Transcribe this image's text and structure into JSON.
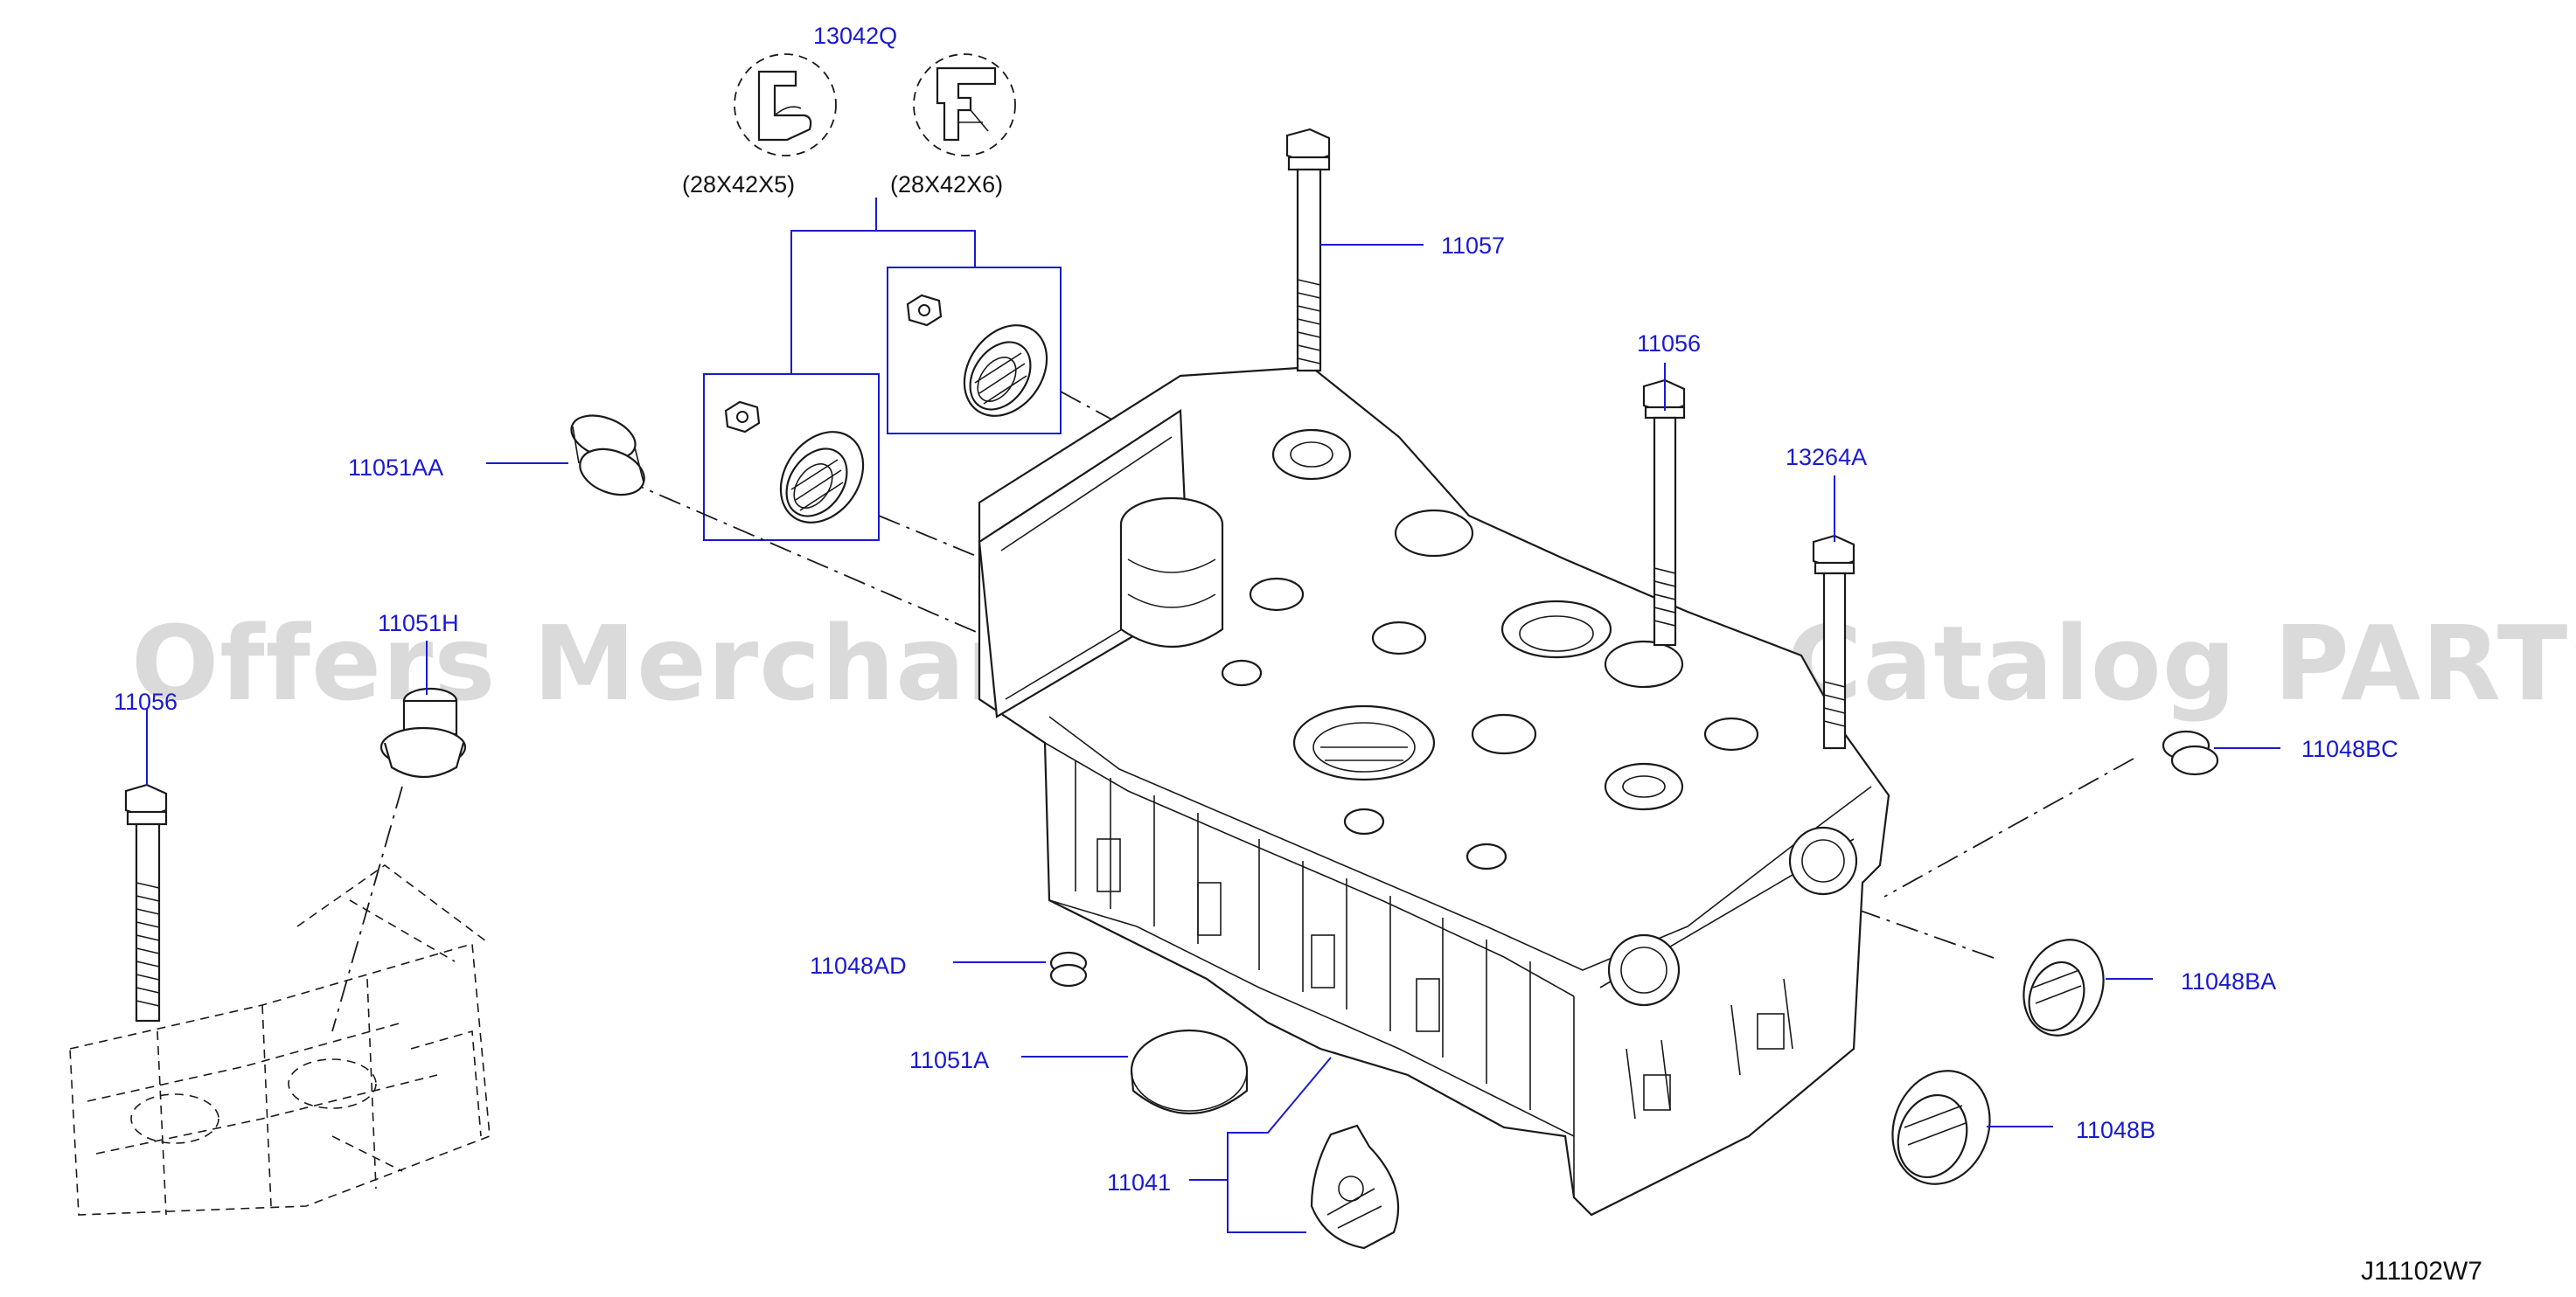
{
  "watermark": "Offers Merchant Auto Parts Catalog PARTSTORE.SA",
  "diagram_id": "J11102W7",
  "callouts": {
    "c13042Q": "13042Q",
    "seal_a_size": "(28X42X5)",
    "seal_b_size": "(28X42X6)",
    "c11057": "11057",
    "c11056": "11056",
    "c13264A": "13264A",
    "c11051AA": "11051AA",
    "c11051H": "11051H",
    "c11056_left": "11056",
    "c11048BC": "11048BC",
    "c11048AD": "11048AD",
    "c11048BA": "11048BA",
    "c11051A": "11051A",
    "c11048B": "11048B",
    "c11041": "11041"
  },
  "colors": {
    "callout_text": "#1a1ad0",
    "leader_line": "#1a1ad0",
    "drawing": "#1a1a1a",
    "watermark": "#bdbdbd"
  }
}
